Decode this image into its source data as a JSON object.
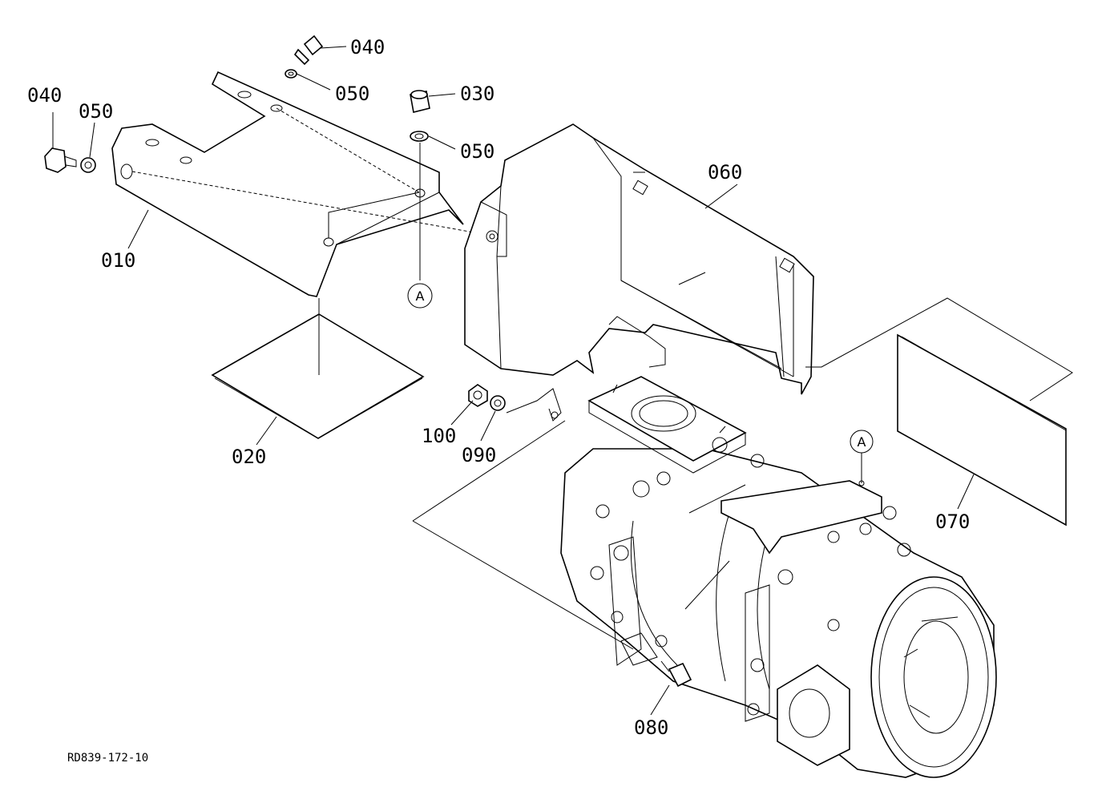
{
  "drawing_ref": "RD839-172-10",
  "callouts": {
    "c040_top": "040",
    "c050_top": "050",
    "c030": "030",
    "c050_mid": "050",
    "c040_left": "040",
    "c050_left": "050",
    "c060": "060",
    "c010": "010",
    "c020": "020",
    "c100": "100",
    "c090": "090",
    "c070": "070",
    "c080": "080"
  },
  "ref_markers": [
    "A",
    "A"
  ]
}
